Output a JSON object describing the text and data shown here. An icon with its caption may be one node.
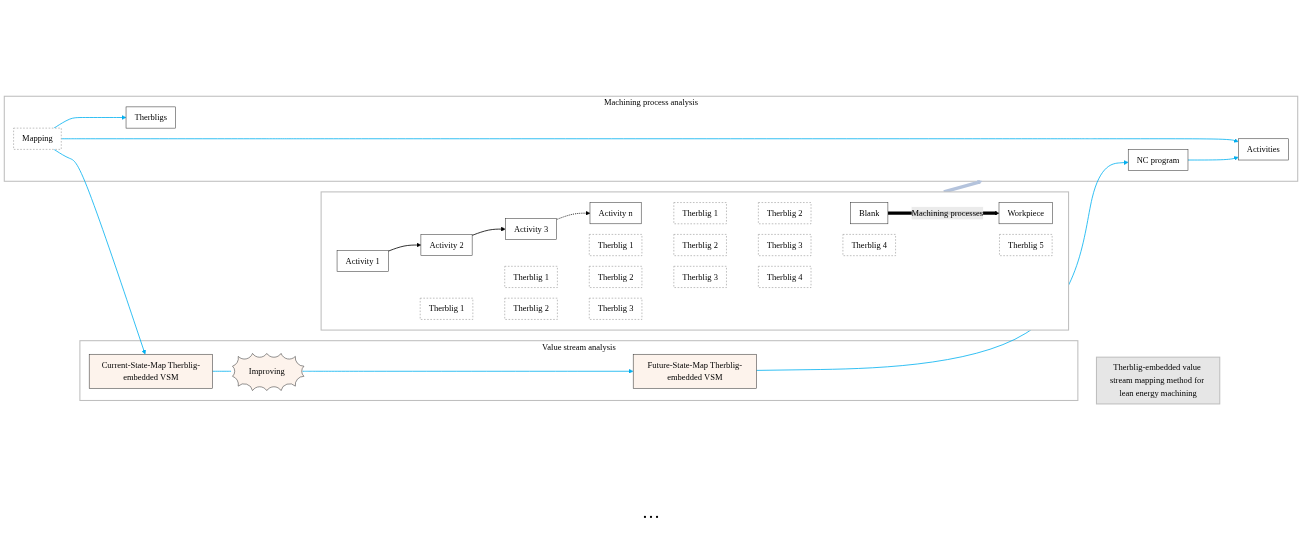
{
  "diagram": {
    "nodes": [
      {
        "text": [],
        "shape": "box"
      },
      {
        "text": [
          "Blank"
        ],
        "in": 0
      },
      {
        "text": [
          "Workpiece"
        ],
        "in": 0
      },
      {
        "text": [
          "Activity 1"
        ],
        "in": 0
      },
      {
        "text": [
          "Activity 2"
        ],
        "in": 0
      },
      {
        "text": [
          "Activity 3"
        ],
        "in": 0
      },
      {
        "text": [
          "Activity n"
        ],
        "in": 0
      },
      {
        "text": [
          "Therblig 1"
        ],
        "in": 0
      },
      {
        "text": [
          "Therblig 2"
        ],
        "in": 0
      },
      {
        "text": [
          "Therblig 3"
        ],
        "in": 0
      },
      {
        "text": [
          "Therblig 1"
        ],
        "in": 0
      },
      {
        "text": [
          "Therblig 2"
        ],
        "in": 0
      },
      {
        "text": [
          "Therblig 3"
        ],
        "in": 0
      },
      {
        "text": [
          "Therblig 4"
        ],
        "in": 0
      },
      {
        "text": [
          "Therblig 1"
        ],
        "in": 0
      },
      {
        "text": [
          "Therblig 2"
        ],
        "in": 0
      },
      {
        "text": [
          "Therblig 3"
        ],
        "in": 0
      },
      {
        "text": [
          "Therblig 4"
        ],
        "in": 0
      },
      {
        "text": [
          "Therblig 5"
        ],
        "in": 0
      },
      {
        "text": [
          "Therblig 1"
        ],
        "in": 0
      },
      {
        "text": [
          "Therblig 2"
        ],
        "in": 0
      },
      {
        "text": [
          "Machining process analysis"
        ]
      },
      {
        "text": [
          "NC program"
        ],
        "in": 21
      },
      {
        "text": [
          "Activities"
        ],
        "in": 21
      },
      {
        "text": [
          "Mapping"
        ],
        "in": 21
      },
      {
        "text": [
          "Therbligs"
        ],
        "in": 21
      },
      {
        "text": [
          "Value stream analysis"
        ]
      },
      {
        "text": [
          "Future-State-Map Therblig-embedded VSM"
        ],
        "in": 26
      },
      {
        "text": [
          "Improving"
        ],
        "in": 26
      },
      {
        "text": [
          "Current-State-Map Therblig-embedded VSM"
        ],
        "in": 26
      },
      {
        "text": [
          "Therblig-embedded value stream mapping method for lean energy machining"
        ]
      }
    ],
    "edges": [
      {
        "from": 1,
        "to": 2,
        "arrow": "to",
        "label": "Machining processes",
        "style": "thick",
        "color": "#000000"
      },
      {
        "from": 3,
        "to": 4,
        "arrow": "to",
        "color": "#000000"
      },
      {
        "from": 4,
        "to": 5,
        "arrow": "to",
        "color": "#000000"
      },
      {
        "from": 5,
        "to": 6,
        "arrow": "to",
        "style": "dashed",
        "color": "#000000"
      },
      {
        "from": 0,
        "to": 21,
        "arrow": "to",
        "style": "thick",
        "color": "#b4c3dc"
      },
      {
        "from": 27,
        "to": 22,
        "arrow": "to"
      },
      {
        "from": 22,
        "to": 23,
        "arrow": "to"
      },
      {
        "from": 24,
        "to": 23,
        "arrow": "to"
      },
      {
        "from": 24,
        "to": 25,
        "arrow": "to"
      },
      {
        "from": 24,
        "to": 29,
        "arrow": "to"
      },
      {
        "from": 29,
        "to": 28,
        "arrow": "none"
      },
      {
        "from": 28,
        "to": 27,
        "arrow": "to"
      }
    ],
    "labels": [
      "…"
    ]
  }
}
